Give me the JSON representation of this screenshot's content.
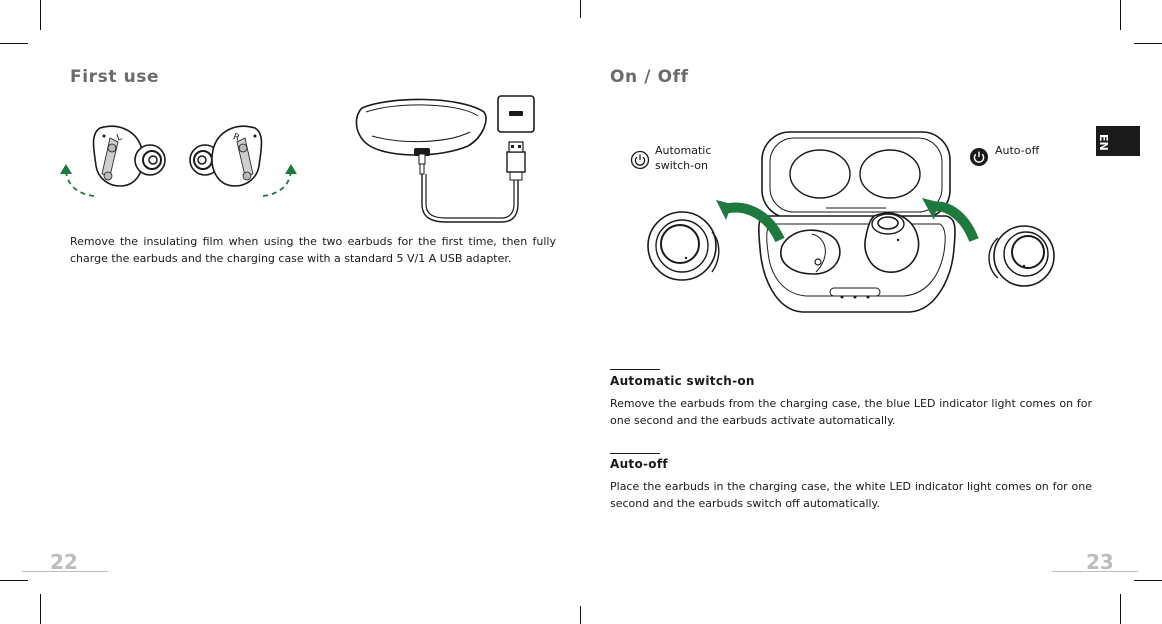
{
  "left_page": {
    "heading": "First use",
    "body": "Remove the insulating film when using the two earbuds for the first time, then fully charge the earbuds and the charging case with a standard 5 V/1 A USB adapter.",
    "page_number": "22",
    "earbud_left_mark": "L",
    "earbud_right_mark": "R"
  },
  "right_page": {
    "heading": "On / Off",
    "lang_tab": "EN",
    "callout_on_line1": "Automatic",
    "callout_on_line2": "switch-on",
    "callout_off": "Auto-off",
    "section1_title": "Automatic switch-on",
    "section1_body": "Remove the earbuds from the charging case, the blue LED indicator light comes on for one second and the earbuds activate automatically.",
    "section2_title": "Auto-off",
    "section2_body": "Place the earbuds in the charging case, the white LED indicator light comes on for one second and the earbuds switch off automatically.",
    "page_number": "23"
  },
  "colors": {
    "accent_green": "#1e7a3c",
    "heading_gray": "#6b6b6b",
    "page_number_gray": "#bdbdbd"
  }
}
